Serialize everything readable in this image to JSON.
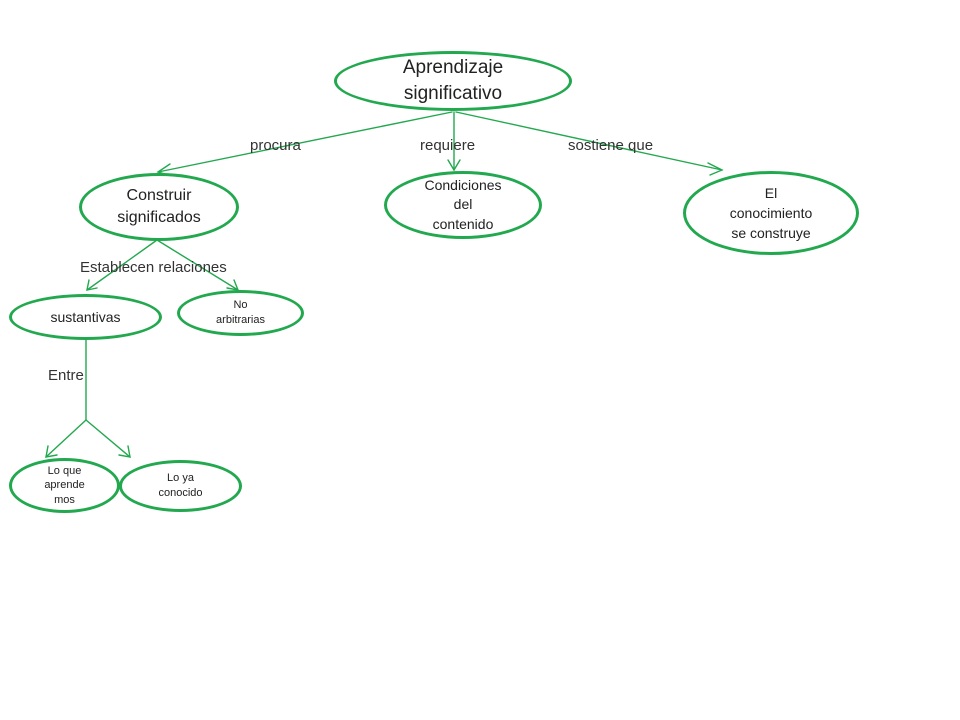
{
  "colors": {
    "connector": "#22a84e",
    "node_border": "#22a84e",
    "text": "#222222"
  },
  "nodes": {
    "root": "Aprendizaje\nsignificativo",
    "construir": "Construir\nsignificados",
    "condiciones": "Condiciones\ndel\ncontenido",
    "conocimiento": "El\nconocimiento\nse construye",
    "sustantivas": "sustantivas",
    "no_arbitrarias": "No\narbitrarias",
    "lo_que_aprendemos": "Lo que\naprende\nmos",
    "lo_ya_conocido": "Lo ya\nconocido"
  },
  "links": {
    "procura": "procura",
    "requiere": "requiere",
    "sostiene": "sostiene que",
    "establecen": "Establecen relaciones",
    "entre": "Entre"
  }
}
